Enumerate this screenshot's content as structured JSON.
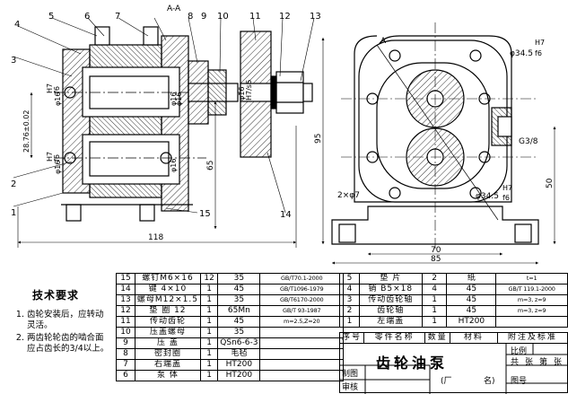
{
  "labels": {
    "balloons": [
      "1",
      "2",
      "3",
      "4",
      "5",
      "6",
      "7",
      "8",
      "9",
      "10",
      "11",
      "12",
      "13",
      "14",
      "15"
    ],
    "section_mark": "A-A",
    "view_mark": "A",
    "holes_note": "2×φ7",
    "thread_note": "G3/8",
    "fit_left_top": "φ16",
    "fit_left_bottom": "φ16",
    "fit_mid_top": "φ16",
    "fit_mid_bottom": "φ16",
    "fit_shaft": "φ16",
    "fit_right_shaft": "φ16",
    "fit_tol_h7": "H7",
    "fit_tol_f6": "f6",
    "fit_tol_h7s6": "H7/s6",
    "fit_right_top": "φ34.5",
    "fit_right_bottom": "φ34.5",
    "center_distance": "28.76±0.02",
    "dim_118": "118",
    "dim_65": "65",
    "dim_95": "95",
    "dim_50": "50",
    "dim_70": "70",
    "dim_85": "85"
  },
  "tech": {
    "title": "技术要求",
    "items": [
      "齿轮安装后，应转动灵活。",
      "两齿轮轮齿的啮合面应占齿长的3/4以上。"
    ]
  },
  "bom_left": [
    {
      "no": "15",
      "name": "螺钉M6×16",
      "qty": "12",
      "mat": "35",
      "note": "GB/T70.1-2000"
    },
    {
      "no": "14",
      "name": "键  4×10",
      "qty": "1",
      "mat": "45",
      "note": "GB/T1096-1979"
    },
    {
      "no": "13",
      "name": "螺母M12×1.5",
      "qty": "1",
      "mat": "35",
      "note": "GB/T6170-2000"
    },
    {
      "no": "12",
      "name": "垫  圈 12",
      "qty": "1",
      "mat": "65Mn",
      "note": "GB/T 93-1987"
    },
    {
      "no": "11",
      "name": "传动齿轮",
      "qty": "1",
      "mat": "45",
      "note": "m=2.5,Z=20"
    },
    {
      "no": "10",
      "name": "压盖螺母",
      "qty": "1",
      "mat": "35",
      "note": ""
    },
    {
      "no": "9",
      "name": "压    盖",
      "qty": "1",
      "mat": "QSn6-6-3",
      "note": ""
    },
    {
      "no": "8",
      "name": "密封圈",
      "qty": "1",
      "mat": "毛毡",
      "note": ""
    },
    {
      "no": "7",
      "name": "右端盖",
      "qty": "1",
      "mat": "HT200",
      "note": ""
    },
    {
      "no": "6",
      "name": "泵    体",
      "qty": "1",
      "mat": "HT200",
      "note": ""
    }
  ],
  "bom_right": [
    {
      "no": "5",
      "name": "垫    片",
      "qty": "2",
      "mat": "纸",
      "note": "t=1"
    },
    {
      "no": "4",
      "name": "销  B5×18",
      "qty": "4",
      "mat": "45",
      "note": "GB/T 119.1-2000"
    },
    {
      "no": "3",
      "name": "传动齿轮轴",
      "qty": "1",
      "mat": "45",
      "note": "m=3, z=9"
    },
    {
      "no": "2",
      "name": "齿轮轴",
      "qty": "1",
      "mat": "45",
      "note": "m=3, z=9"
    },
    {
      "no": "1",
      "name": "左端盖",
      "qty": "1",
      "mat": "HT200",
      "note": ""
    }
  ],
  "header": {
    "no": "序号",
    "name": "零件名称",
    "qty": "数量",
    "mat": "材料",
    "note": "附注及标准"
  },
  "title_block": {
    "title": "齿轮油泵",
    "scale": "比例",
    "sheet_total": "共",
    "sheet_unit": "张",
    "sheet_no": "第",
    "sheet_unit2": "张",
    "drawn": "制图",
    "checked": "审核",
    "company_open": "(厂",
    "company_mid": "名)",
    "drawing_no": "图号"
  }
}
